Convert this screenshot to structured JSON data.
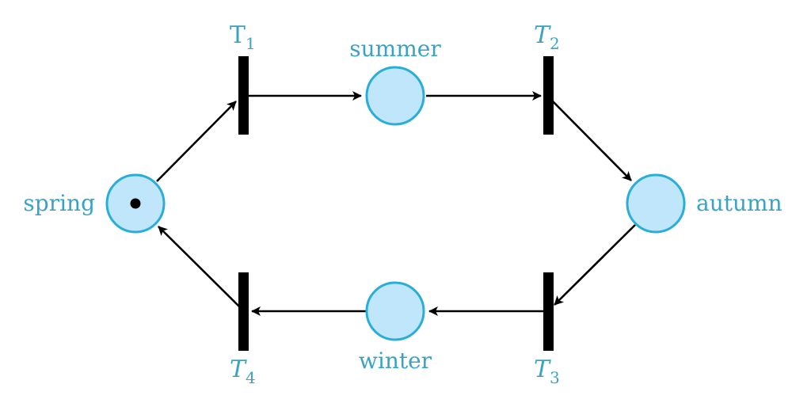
{
  "diagram": {
    "colors": {
      "place_fill": "#bfe6fa",
      "place_stroke": "#2aaed8",
      "label": "#3aa3c4",
      "transition": "#000000",
      "arc": "#000000"
    },
    "places": [
      {
        "id": "spring",
        "label": "spring",
        "tokens": 1
      },
      {
        "id": "summer",
        "label": "summer",
        "tokens": 0
      },
      {
        "id": "autumn",
        "label": "autumn",
        "tokens": 0
      },
      {
        "id": "winter",
        "label": "winter",
        "tokens": 0
      }
    ],
    "transitions": [
      {
        "id": "T1",
        "letter": "T",
        "sub": "1",
        "italic": false
      },
      {
        "id": "T2",
        "letter": "T",
        "sub": "2",
        "italic": true
      },
      {
        "id": "T3",
        "letter": "T",
        "sub": "3",
        "italic": true
      },
      {
        "id": "T4",
        "letter": "T",
        "sub": "4",
        "italic": true
      }
    ],
    "arcs": [
      {
        "from": "spring",
        "to": "T1"
      },
      {
        "from": "T1",
        "to": "summer"
      },
      {
        "from": "summer",
        "to": "T2"
      },
      {
        "from": "T2",
        "to": "autumn"
      },
      {
        "from": "autumn",
        "to": "T3"
      },
      {
        "from": "T3",
        "to": "winter"
      },
      {
        "from": "winter",
        "to": "T4"
      },
      {
        "from": "T4",
        "to": "spring"
      }
    ]
  }
}
